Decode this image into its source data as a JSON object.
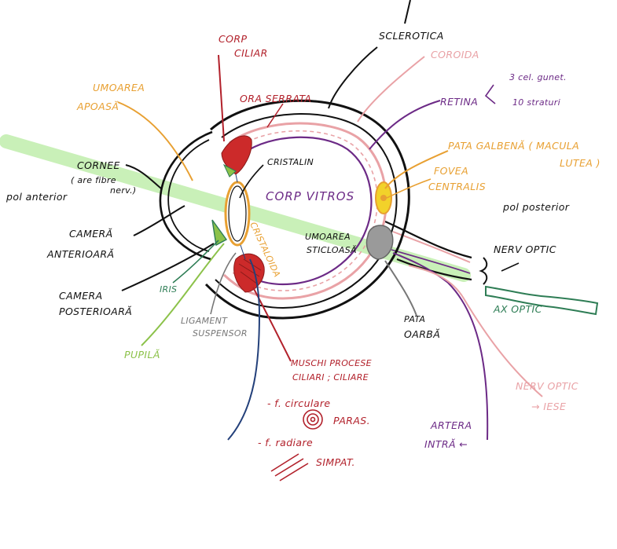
{
  "colors": {
    "ink": "#111111",
    "red": "#b2212b",
    "orange": "#e8a032",
    "purple": "#6c2a86",
    "pink": "#e9a2a6",
    "green_light": "#8cc24a",
    "green_dark": "#2e7d55",
    "blue": "#23407a",
    "grey": "#777777",
    "yellow": "#f2d22a",
    "axis_band": "#c9f0b8"
  },
  "labels": {
    "sclerotica": "SCLEROTICA",
    "coroida": "COROIDA",
    "retina": "RETINA",
    "retina_cel_1": "3 cel. gunet.",
    "retina_cel_2": "10 straturi",
    "corp_ciliar_1": "CORP",
    "corp_ciliar_2": "CILIAR",
    "ora_serrata": "ORA SERRATA",
    "umoarea_apoasa_1": "UMOAREA",
    "umoarea_apoasa_2": "APOASĂ",
    "cornee_1": "CORNEE",
    "cornee_2": "( are fibre",
    "cornee_3": "nerv.)",
    "pol_anterior": "pol anterior",
    "pol_posterior": "pol posterior",
    "cristalin": "CRISTALIN",
    "corp_vitros": "CORP VITROS",
    "cristaloida": "CRISTALOIDA",
    "pata_galbena_1": "PATA GALBENĂ ( MACULA",
    "pata_galbena_2": "LUTEA )",
    "fovea_1": "FOVEA",
    "fovea_2": "CENTRALIS",
    "umoarea_sticloasa_1": "UMOAREA",
    "umoarea_sticloasa_2": "STICLOASĂ",
    "nerv_optic": "NERV OPTIC",
    "ax_optic": "AX OPTIC",
    "camera_anterioara_1": "CAMERĂ",
    "camera_anterioara_2": "ANTERIOARĂ",
    "camera_posterioara_1": "CAMERA",
    "camera_posterioara_2": "POSTERIOARĂ",
    "iris": "IRIS",
    "pupila": "PUPILĂ",
    "ligament_1": "LIGAMENT",
    "ligament_2": "SUSPENSOR",
    "pata_oarba_1": "PATA",
    "pata_oarba_2": "OARBĂ",
    "muschi_1": "MUSCHI PROCESE",
    "muschi_2": "CILIARI ; CILIARE",
    "f_circulare": "- f. circulare",
    "paras": "PARAS.",
    "f_radiare": "- f. radiare",
    "simpat": "SIMPAT.",
    "nerv_optic_iese_1": "NERV OPTIC",
    "nerv_optic_iese_2": "→ IESE",
    "artera_1": "ARTERA",
    "artera_2": "INTRĂ ←"
  }
}
